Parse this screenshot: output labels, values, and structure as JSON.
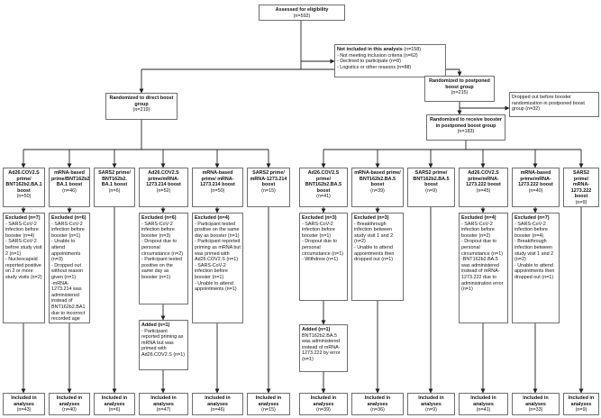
{
  "assessed": {
    "title": "Assessed for eligibility",
    "n": "(n=592)"
  },
  "not_included": {
    "title": "Not included in this analysis",
    "n": "(n=158)",
    "lines": [
      "- Not meeting inclusion criteria (n=62)",
      "- Declined to participate (n=8)",
      "- Logistics or other reasons (n=88)"
    ]
  },
  "postponed": {
    "title": "Randomized to postponed boost group",
    "n": "(n=215)"
  },
  "direct": {
    "title": "Randomized to direct boost group",
    "n": "(n=219)"
  },
  "dropped_before": {
    "text": "Dropped out before booster randomization in postponed boost group (n=32)"
  },
  "receive": {
    "title": "Randomized to receive booster in postponed boost group",
    "n": "(n=183)"
  },
  "groups": [
    {
      "title": "Ad26.COV2.S prime/ BNT162b2.BA.1 boost",
      "n": "(n=50)",
      "excluded": {
        "title": "Excluded (n=7)",
        "lines": [
          "- SARS-CoV-2 infection before booster (n=4)",
          "- SARS-CoV-2 before study visit 2 (n=1)",
          "- Nucleocapsid reported positive on 2 or more study visits (n=2)"
        ]
      },
      "included": {
        "title": "Included in analyses",
        "n": "(n=43)"
      }
    },
    {
      "title": "mRNA-based prime/BNT162b2. BA.1 boost",
      "n": "(n=46)",
      "excluded": {
        "title": "Excluded (n=6)",
        "lines": [
          "- SARS-CoV-2 infection before booster (n=1)",
          "- Unable to attend appointments (n=3)",
          "- Dropped out without reason given (n=1)",
          "-mRNA-1273.214 was administered instead of BNT162b2.BA1 due to incorrect recorded age (n=1)"
        ]
      },
      "included": {
        "title": "Included in analyses",
        "n": "(n=40)"
      }
    },
    {
      "title": "SARS2 prime/ BNT162b2. BA.1 boost",
      "n": "(n=6)",
      "included": {
        "title": "Included in analyses",
        "n": "(n=6)"
      }
    },
    {
      "title": "Ad26.COV2.S prime/mRNA-1273.214 boost",
      "n": "(n=52)",
      "excluded": {
        "title": "Excluded (n=6)",
        "lines": [
          "- SARS-CoV-2 infection before booster (n=3)",
          "- Dropout due to personal circumstance (n=2)",
          "- Participant tested positive on the same day as booster (n=1)"
        ]
      },
      "added": {
        "title": "Added (n=1)",
        "lines": [
          "- Participant reported priming as mRNA but was primed with Ad26.COV2.S (n=1)"
        ]
      },
      "included": {
        "title": "Included in analyses",
        "n": "(n=47)"
      }
    },
    {
      "title": "mRNA-based prime/ mRNA-1273.214 boost",
      "n": "(n=50)",
      "excluded": {
        "title": "Excluded (n=4)",
        "lines": [
          "- Participant tested positive on the same day as booster (n=1)",
          "- Participant reported priming as mRNA but was primed with Ad26.COV2.S (n=1)",
          "- SARS-CoV-2 infection before booster (n=1)",
          "- Unable to attend appointments (n=1)"
        ]
      },
      "included": {
        "title": "Included in analyses",
        "n": "(n=46)"
      }
    },
    {
      "title": "SARS2 prime/ mRNA-1273.214 boost",
      "n": "(n=15)",
      "included": {
        "title": "Included in analyses",
        "n": "(n=15)"
      }
    },
    {
      "title": "Ad26.COV2.S prime/ BNT162b2.BA.5 boost",
      "n": "(n=41)",
      "excluded": {
        "title": "Excluded (n=3)",
        "lines": [
          "- SARS-CoV-2 infection before booster (n=1)",
          "- Dropout due to personal circumstance (n=1)",
          "- Withdrew (n=1)"
        ]
      },
      "added": {
        "title": "Added (n=1)",
        "lines": [
          "BNT162b2.BA.5 was administered instead of mRNA-1273.222 by error (n=1)"
        ]
      },
      "included": {
        "title": "Included in analyses",
        "n": "(n=39)"
      }
    },
    {
      "title": "mRNA-based prime/ BNT162b2.BA.5 boost",
      "n": "(n=39)",
      "excluded": {
        "title": "Excluded (n=3)",
        "lines": [
          "- Breakthrough infection between study visit 1 and 2 (n=2)",
          "- Unable to attend appointments then dropped out (n=1)"
        ]
      },
      "included": {
        "title": "Included in analyses",
        "n": "(n=36)"
      }
    },
    {
      "title": "SARS2 prime/ BNT162b2.BA.5 boost",
      "n": "(n=9)",
      "included": {
        "title": "Included in analyses",
        "n": "(n=9)"
      }
    },
    {
      "title": "Ad26.COV2.S prime/mRNA-1273.222 boost",
      "n": "(n=45)",
      "excluded": {
        "title": "Excluded (n=4)",
        "lines": [
          "- SARS-CoV-2 infection before booster (n=2)",
          "- Dropout due to personal circumstance (n=1)",
          "-BNT162b2.BA.5 was administered instead of mRNA-1273.222 due to administration error (n=1)"
        ]
      },
      "included": {
        "title": "Included in analyses",
        "n": "(n=41)"
      }
    },
    {
      "title": "mRNA-based prime/mRNA-1273.222 boost",
      "n": "(n=40)",
      "excluded": {
        "title": "Excluded (n=7)",
        "lines": [
          "- SARS-CoV-2 infection before booster (n=4)",
          "- Breakthrough infection between study visit 1 and 2 (n=2)",
          "- Unable to attend appointments then dropped out (n=1)"
        ]
      },
      "included": {
        "title": "Included in analyses",
        "n": "(n=33)"
      }
    },
    {
      "title": "SARS2 prime/ mRNA-1273.222 boost",
      "n": "(n=9)",
      "included": {
        "title": "Included in analyses",
        "n": "(n=9)"
      }
    }
  ]
}
